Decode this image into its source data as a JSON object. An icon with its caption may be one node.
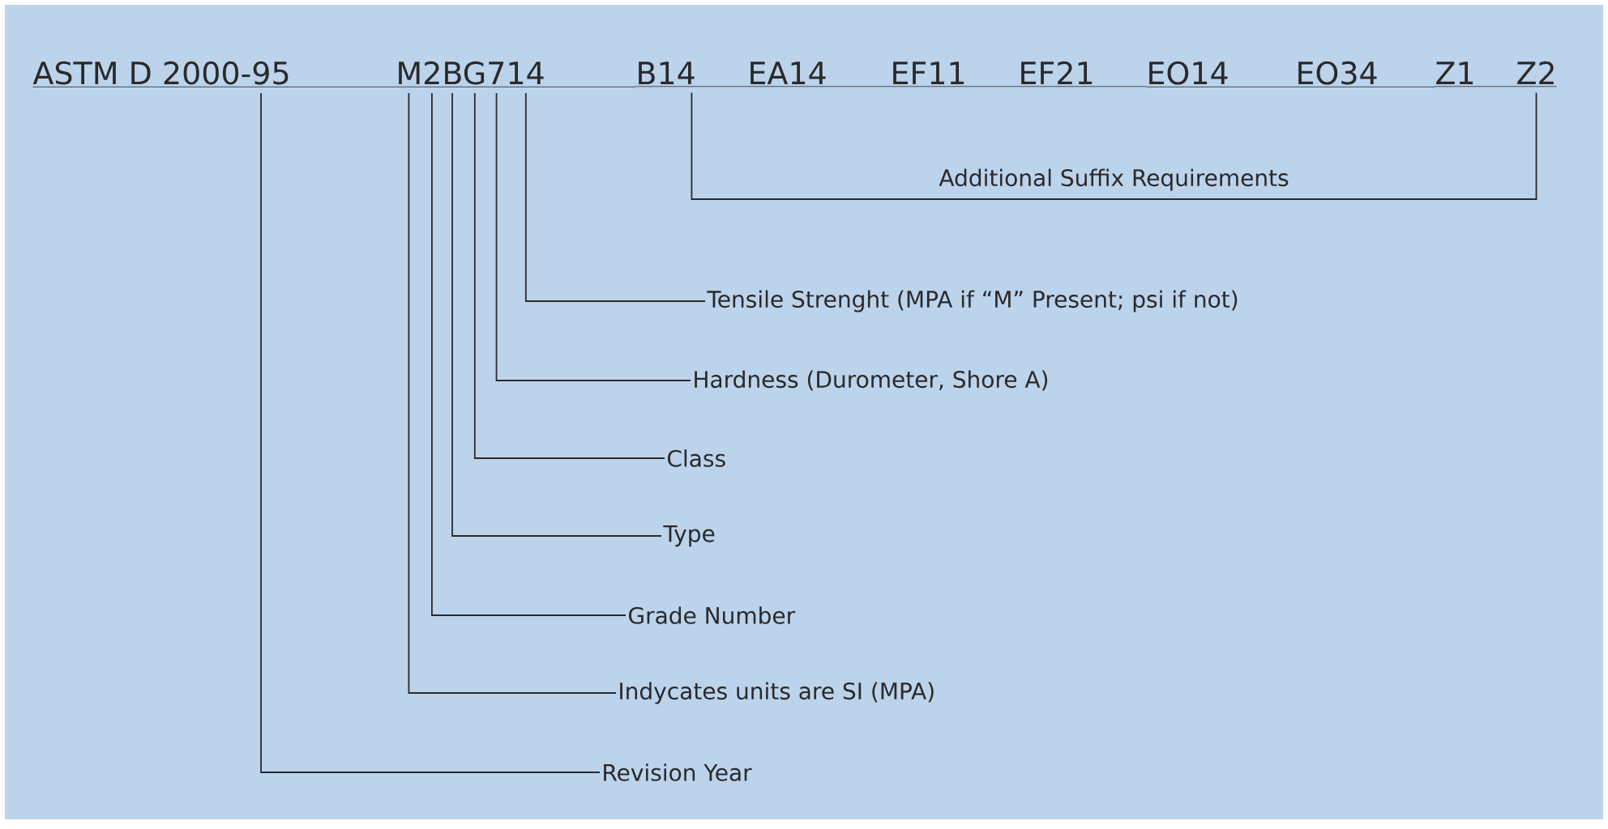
{
  "diagram": {
    "nodes": [
      {
        "text": [
          "ASTM D 2000-95"
        ]
      },
      {
        "text": [
          "M2BG714"
        ]
      },
      {
        "text": [
          "B14"
        ]
      },
      {
        "text": [
          "EA14"
        ]
      },
      {
        "text": [
          "EF11"
        ]
      },
      {
        "text": [
          "EF21"
        ]
      },
      {
        "text": [
          "EO14"
        ]
      },
      {
        "text": [
          "EO34"
        ]
      },
      {
        "text": [
          "Z1"
        ]
      },
      {
        "text": [
          "Z2"
        ]
      },
      {
        "text": [
          "Tensile Strenght (MPA if “M” Present; psi if not)"
        ]
      },
      {
        "text": [
          "Hardness (Durometer, Shore A)"
        ]
      },
      {
        "text": [
          "Class"
        ]
      },
      {
        "text": [
          "Type"
        ]
      },
      {
        "text": [
          "Grade Number"
        ]
      },
      {
        "text": [
          "Indycates units are SI (MPA)"
        ]
      },
      {
        "text": [
          "Revision Year"
        ]
      }
    ],
    "edges": [
      {
        "from": 2,
        "to": 9,
        "arrow": "none",
        "label": "Additional Suffix Requirements"
      },
      {
        "from": 10,
        "to": 1,
        "arrow": "none"
      },
      {
        "from": 11,
        "to": 1,
        "arrow": "none"
      },
      {
        "from": 12,
        "to": 1,
        "arrow": "none"
      },
      {
        "from": 13,
        "to": 1,
        "arrow": "none"
      },
      {
        "from": 14,
        "to": 1,
        "arrow": "none"
      },
      {
        "from": 15,
        "to": 1,
        "arrow": "none"
      },
      {
        "from": 16,
        "to": 0,
        "arrow": "none"
      }
    ]
  }
}
